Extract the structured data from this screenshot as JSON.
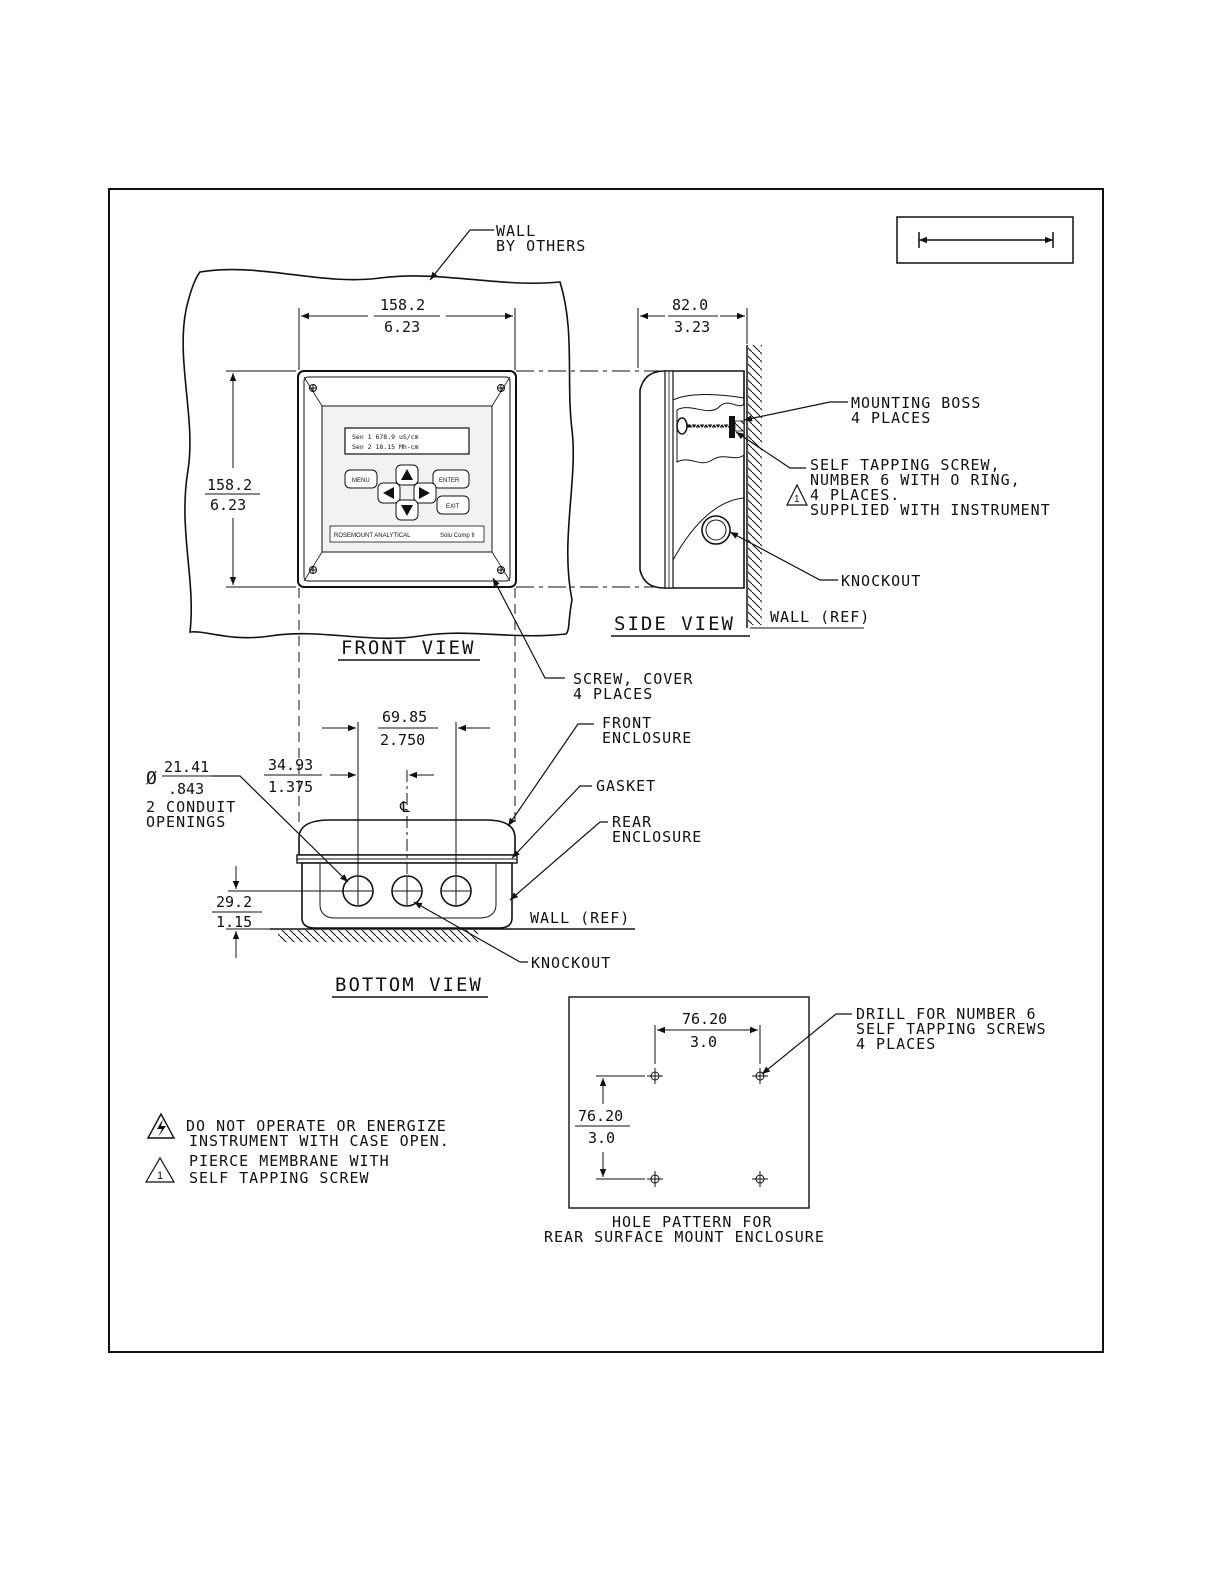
{
  "colors": {
    "ink": "#111111",
    "paper": "#ffffff",
    "panel": "#f2f2f2"
  },
  "legend_box": {
    "arrow": "double-headed-arrow-icon"
  },
  "front_view": {
    "title": "FRONT VIEW",
    "wall_label": [
      "WALL",
      "BY OTHERS"
    ],
    "width_dim": [
      "158.2",
      "6.23"
    ],
    "height_dim": [
      "158.2",
      "6.23"
    ],
    "screw_label": [
      "SCREW, COVER",
      "4 PLACES"
    ],
    "lcd_lines": [
      "Sen 1  678.9 uS/cm",
      "Sen 2  18.15 Mh-cm"
    ],
    "keys": {
      "menu": "MENU",
      "enter": "ENTER",
      "exit": "EXIT"
    },
    "brand_left": "ROSEMOUNT ANALYTICAL",
    "brand_right": "Solu Comp II"
  },
  "side_view": {
    "title": "SIDE VIEW",
    "depth_dim": [
      "82.0",
      "3.23"
    ],
    "boss_label": [
      "MOUNTING BOSS",
      "4 PLACES"
    ],
    "screw_label": [
      "SELF TAPPING SCREW,",
      "NUMBER 6 WITH O RING,",
      "4 PLACES.",
      "SUPPLIED WITH INSTRUMENT"
    ],
    "caution_num": "1",
    "knockout_label": "KNOCKOUT",
    "wall_ref": "WALL (REF)"
  },
  "bottom_view": {
    "title": "BOTTOM VIEW",
    "spacing_dim": [
      "69.85",
      "2.750"
    ],
    "half_dim": [
      "34.93",
      "1.375"
    ],
    "diameter_symbol": "Ø",
    "diameter_dim": [
      "21.41",
      ".843"
    ],
    "conduit_label": [
      "2 CONDUIT",
      "OPENINGS"
    ],
    "centerline": "℄",
    "height_dim": [
      "29.2",
      "1.15"
    ],
    "front_enclosure": [
      "FRONT",
      "ENCLOSURE"
    ],
    "gasket": "GASKET",
    "rear_enclosure": [
      "REAR",
      "ENCLOSURE"
    ],
    "wall_ref": "WALL (REF)",
    "knockout_label": "KNOCKOUT"
  },
  "hole_pattern": {
    "h_dim": [
      "76.20",
      "3.0"
    ],
    "v_dim": [
      "76.20",
      "3.0"
    ],
    "drill_label": [
      "DRILL FOR NUMBER 6",
      "SELF TAPPING SCREWS",
      "4 PLACES"
    ],
    "caption": [
      "HOLE PATTERN FOR",
      "REAR SURFACE MOUNT ENCLOSURE"
    ]
  },
  "notes": {
    "shock_lines": [
      "DO NOT OPERATE OR ENERGIZE",
      "INSTRUMENT WITH CASE OPEN."
    ],
    "caution_num": "1",
    "caution_lines": [
      "PIERCE MEMBRANE WITH",
      "SELF TAPPING SCREW"
    ]
  }
}
